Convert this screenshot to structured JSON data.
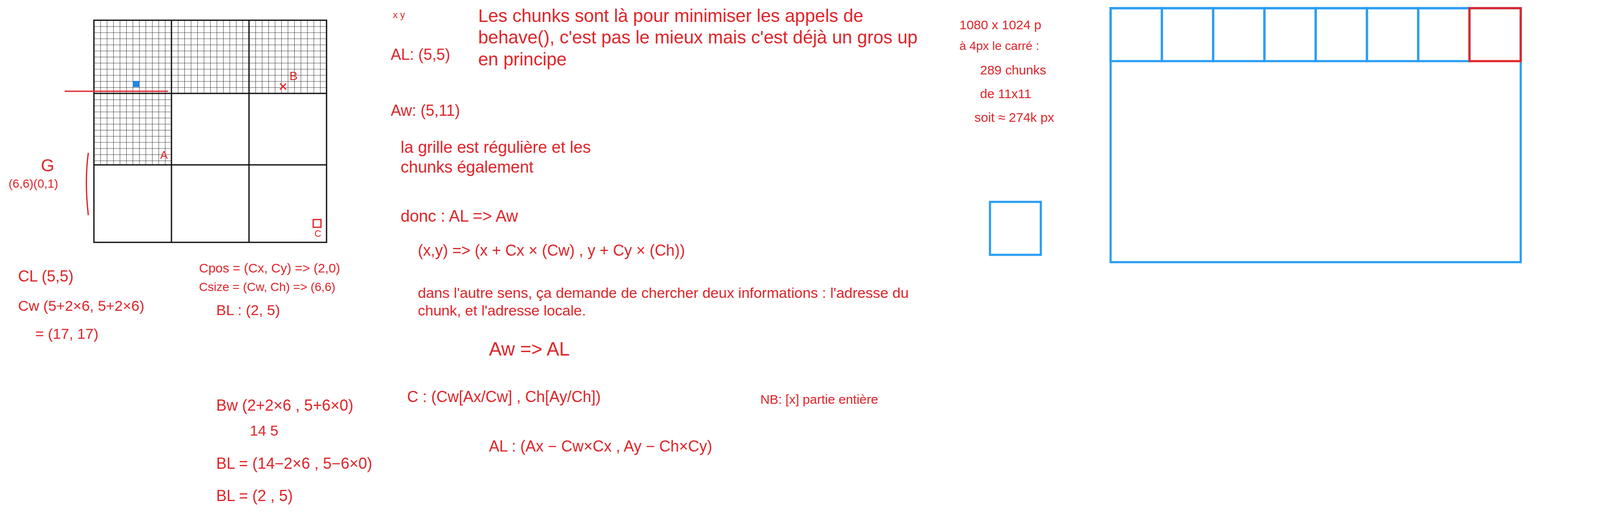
{
  "diagram": {
    "labels": [
      "G",
      "(6,6)(0,1)",
      "A",
      "B",
      "C",
      "x y",
      "AL: (5,5)",
      "Aw: (5,11)",
      "Les chunks sont là pour minimiser les appels de behave(), c'est pas le mieux mais c'est déjà un gros up en principe",
      "la grille est régulière et les chunks également",
      "donc : AL => Aw",
      "(x,y) => (x + Cx × (Cw) , y + Cy × (Ch))",
      "dans l'autre sens, ça demande de chercher deux informations : l'adresse du chunk, et l'adresse locale.",
      "Aw => AL",
      "C : (Cw[Ax/Cw] , Ch[Ay/Ch])",
      "NB: [x] partie entière",
      "AL : (Ax − Cw×Cx , Ay − Ch×Cy)",
      "CL (5,5)",
      "Cw (5+2×6, 5+2×6)",
      "= (17, 17)",
      "Cpos = (Cx, Cy) => (2,0)",
      "Csize = (Cw, Ch) => (6,6)",
      "BL : (2, 5)",
      "Bw (2+2×6 , 5+6×0)",
      "14      5",
      "BL = (14−2×6 , 5−6×0)",
      "BL = (2 , 5)",
      "1080 x 1024 p",
      "à 4px le carré :",
      "289 chunks",
      "de 11x11",
      "soit ≈ 274k px"
    ]
  }
}
